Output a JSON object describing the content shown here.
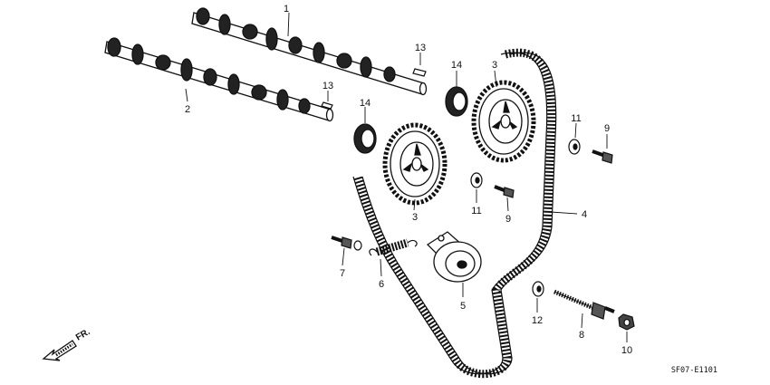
{
  "callouts": {
    "c1": "1",
    "c2": "2",
    "c3a": "3",
    "c3b": "3",
    "c4": "4",
    "c5": "5",
    "c6": "6",
    "c7": "7",
    "c8": "8",
    "c9a": "9",
    "c9b": "9",
    "c10": "10",
    "c11a": "11",
    "c11b": "11",
    "c12": "12",
    "c13a": "13",
    "c13b": "13",
    "c14a": "14",
    "c14b": "14"
  },
  "direction_label": "FR.",
  "diagram_code": "SF07-E1101",
  "colors": {
    "ink": "#111111",
    "paper": "#ffffff"
  }
}
